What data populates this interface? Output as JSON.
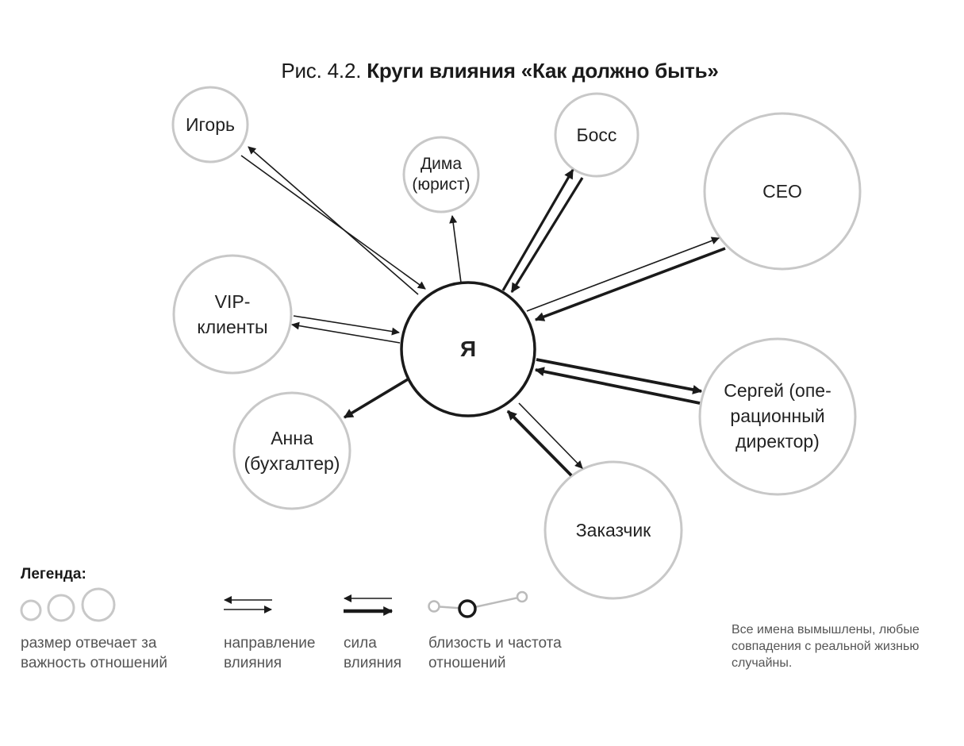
{
  "title": {
    "prefix": "Рис. 4.2.",
    "main": "Круги влияния «Как должно быть»"
  },
  "center": {
    "label": "Я"
  },
  "nodes": [
    {
      "id": "igor",
      "label": "Игорь"
    },
    {
      "id": "dima",
      "label": "Дима (юрист)"
    },
    {
      "id": "boss",
      "label": "Босс"
    },
    {
      "id": "ceo",
      "label": "CEO"
    },
    {
      "id": "vip",
      "label": "VIP- клиенты"
    },
    {
      "id": "anna",
      "label": "Анна (бухгалтер)"
    },
    {
      "id": "sergey",
      "label": "Сергей (опе- рационный директор)"
    },
    {
      "id": "customer",
      "label": "Заказчик"
    }
  ],
  "legend": {
    "title": "Легенда:",
    "size": "размер отвечает за важность отношений",
    "direction": "направление влияния",
    "strength": "сила влияния",
    "proximity": "близость и частота отношений"
  },
  "disclaimer": "Все имена вымышлены, любые совпадения с реальной жизнью случайны.",
  "colors": {
    "node_stroke": "#c8c8c8",
    "center_stroke": "#1a1a1a",
    "arrow": "#1a1a1a"
  }
}
